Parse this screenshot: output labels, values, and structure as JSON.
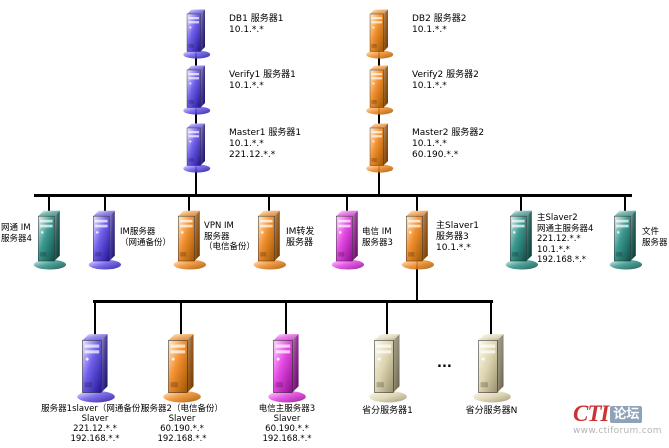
{
  "nodes": {
    "db1": "DB1 服务器1\n10.1.*.*",
    "verify1": "Verify1 服务器1\n10.1.*.*",
    "master1": "Master1 服务器1\n10.1.*.*\n221.12.*.*",
    "db2": "DB2 服务器2\n10.1.*.*",
    "verify2": "Verify2 服务器2\n10.1.*.*",
    "master2": "Master2 服务器2\n10.1.*.*\n60.190.*.*",
    "netcom_im": "网通 IM\n服务器4",
    "im_backup": "IM服务器\n（网通备份）",
    "vpn_im": "VPN IM\n服务器\n（电信备份）",
    "im_forward": "IM转发\n服务器",
    "telecom_im": "电信 IM\n服务器3",
    "slaver1": "主Slaver1\n服务器3\n10.1.*.*",
    "slaver2": "主Slaver2\n网通主服务器4\n221.12.*.*\n10.1.*.*\n192.168.*.*",
    "file_server": "文件\n服务器",
    "bottom1": "服务器1slaver（网通备份）\nSlaver\n221.12.*.*\n192.168.*.*",
    "bottom2": "服务器2（电信备份）\nSlaver\n60.190.*.*\n192.168.*.*",
    "bottom3": "电信主服务器3\nSlaver\n60.190.*.*\n192.168.*.*",
    "province1": "省分服务器1",
    "provinceN": "省分服务器N",
    "ellipsis": "..."
  },
  "watermark": {
    "brand": "CTI",
    "badge": "论坛",
    "url": "www.ctiforum.com"
  },
  "colors": {
    "server_purple": "#7060ea",
    "server_orange": "#f29030",
    "server_teal": "#3c9a90",
    "server_magenta": "#e44ae4",
    "server_beige": "#ddd3ae",
    "connector": "#000000",
    "cti_red": "#cc3333",
    "cti_badge": "#8fa3b8",
    "cti_url": "#b5b5b5"
  }
}
